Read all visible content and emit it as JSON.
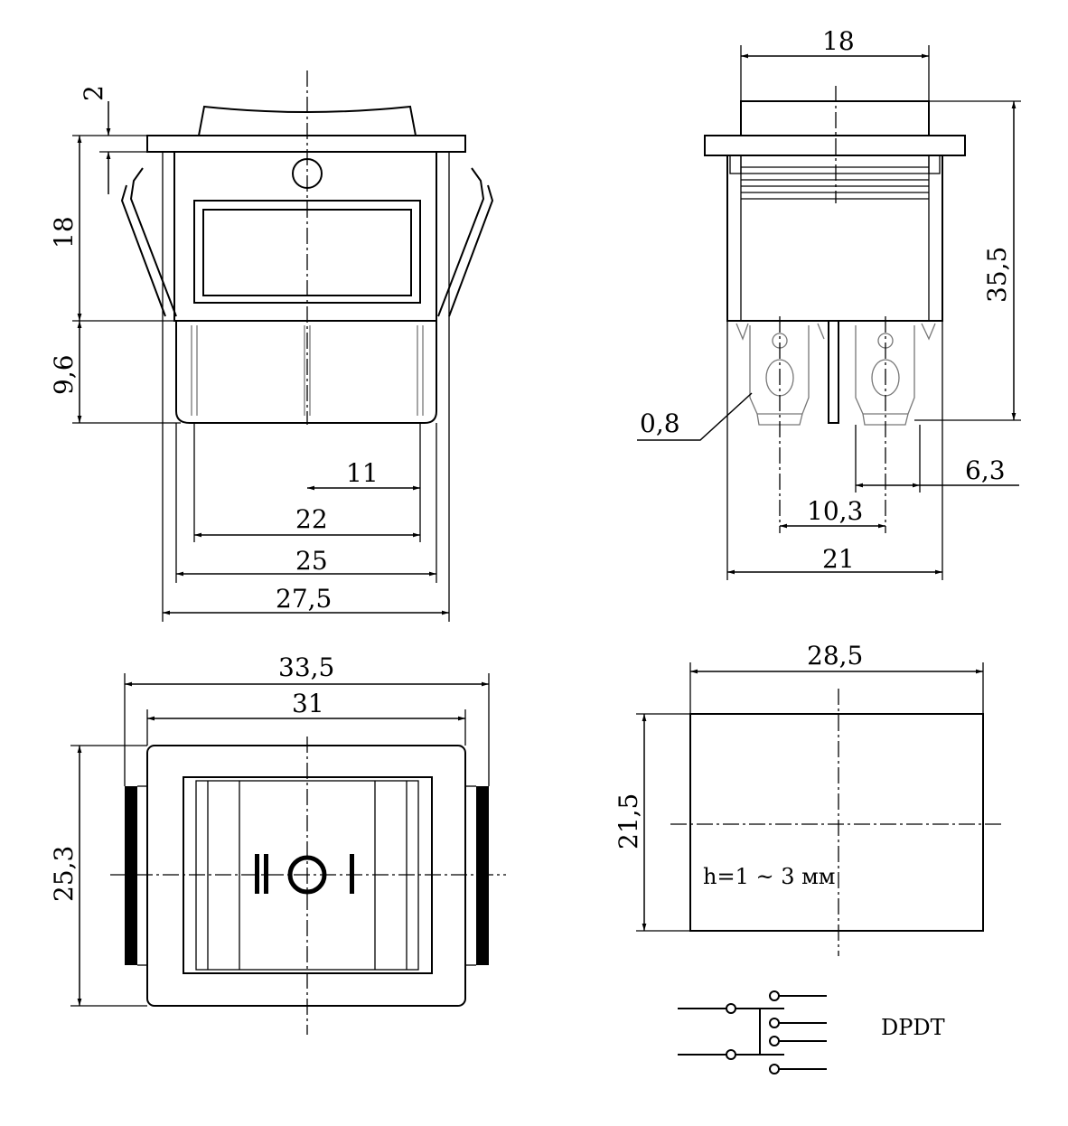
{
  "title": "Rocker switch DPDT dimensional drawing",
  "front_view": {
    "dims": {
      "flange": "2",
      "body_height": "18",
      "terminal_height": "9,6",
      "half_pitch": "11",
      "pitch": "22",
      "body_width": "25",
      "overall_width": "27,5"
    }
  },
  "side_view": {
    "dims": {
      "rocker_width": "18",
      "total_height": "35,5",
      "terminal_thickness": "0,8",
      "terminal_width": "6,3",
      "terminal_pitch": "10,3",
      "body_depth": "21"
    }
  },
  "top_view": {
    "dims": {
      "overall_width": "33,5",
      "flange_width": "31",
      "height": "25,3"
    },
    "symbols": {
      "off": "II",
      "center": "O",
      "on": "I"
    }
  },
  "panel_cutout": {
    "dims": {
      "width": "28,5",
      "height": "21,5"
    },
    "note": "h=1 ~ 3 мм"
  },
  "schematic": {
    "label": "DPDT"
  }
}
